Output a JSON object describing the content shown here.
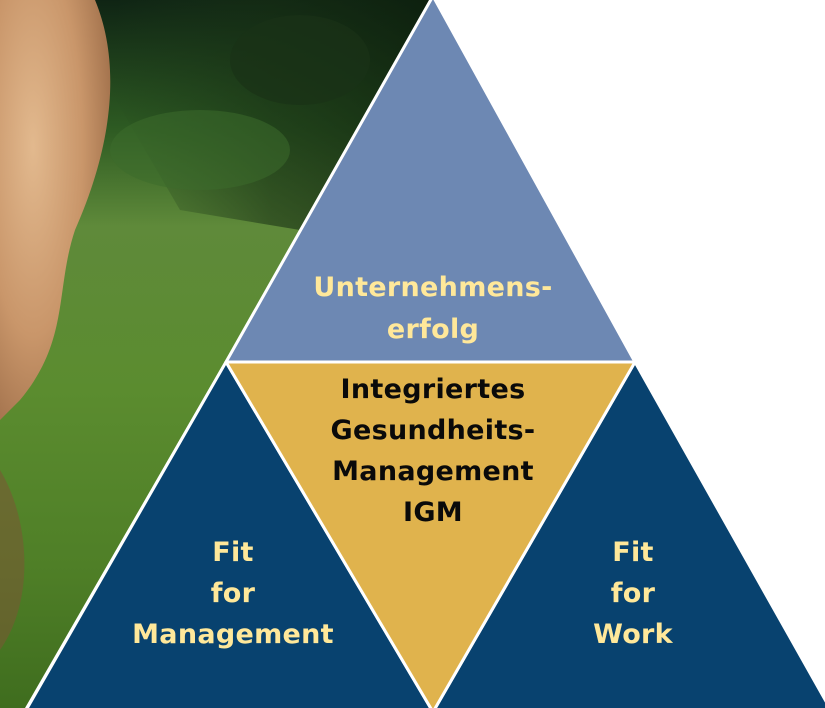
{
  "diagram": {
    "top": {
      "line1": "Unternehmens-",
      "line2": "erfolg"
    },
    "center": {
      "line1": "Integriertes",
      "line2": "Gesundheits-",
      "line3": "Management",
      "line4": "IGM"
    },
    "left": {
      "line1": "Fit",
      "line2": "for",
      "line3": "Management"
    },
    "right": {
      "line1": "Fit",
      "line2": "for",
      "line3": "Work"
    }
  },
  "colors": {
    "top_triangle": "#6d88b3",
    "center_triangle": "#e0b34d",
    "side_triangles": "#08426f",
    "outer_label_text": "#ffe89a",
    "center_label_text": "#0a0a0a",
    "edge_stroke": "#ffffff"
  },
  "background_photo": {
    "description_visible": false
  }
}
